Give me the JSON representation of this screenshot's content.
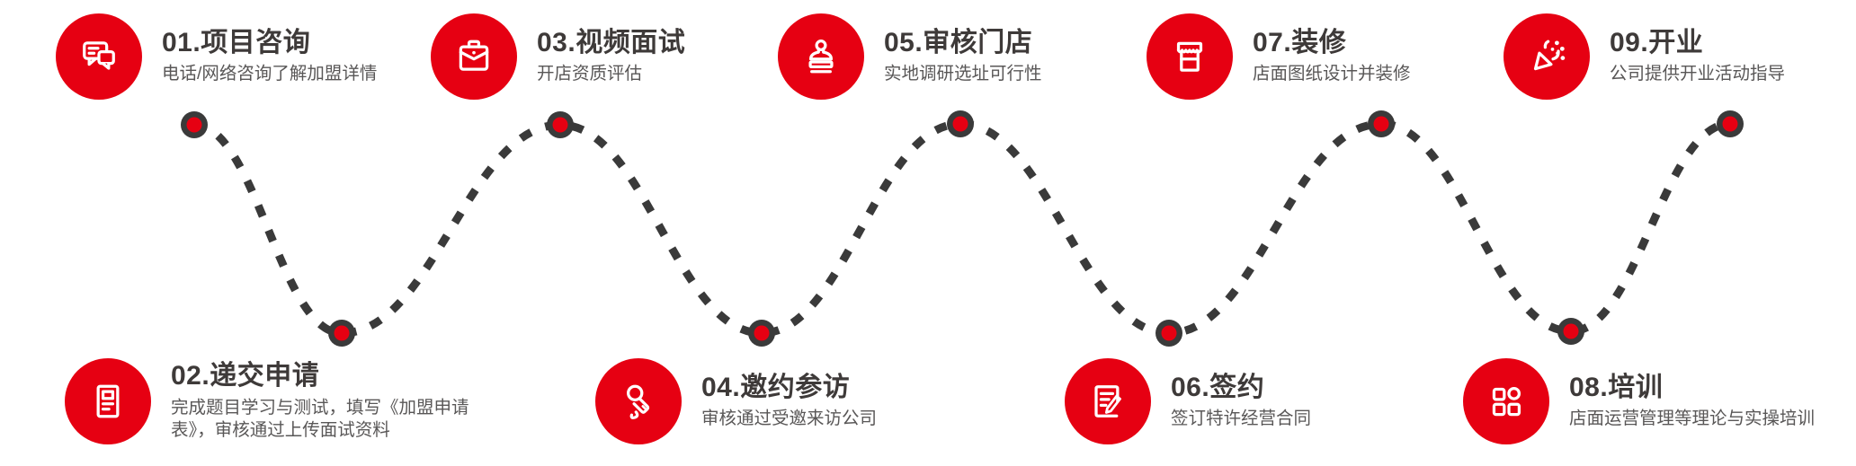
{
  "colors": {
    "accent_red": "#e60012",
    "line_dark": "#3a3a3a",
    "title_color": "#3e3a39",
    "description_color": "#595757",
    "icon_glyph": "#ffffff"
  },
  "steps": [
    {
      "display_title": "01.项目咨询",
      "description": "电话/网络咨询了解加盟详情",
      "icon": "chat-bubbles-icon"
    },
    {
      "display_title": "02.递交申请",
      "description": "完成题目学习与测试，填写《加盟申请表》，审核通过上传面试资料",
      "icon": "form-document-icon"
    },
    {
      "display_title": "03.视频面试",
      "description": "开店资质评估",
      "icon": "briefcase-icon"
    },
    {
      "display_title": "04.邀约参访",
      "description": "审核通过受邀来访公司",
      "icon": "microphone-icon"
    },
    {
      "display_title": "05.审核门店",
      "description": "实地调研选址可行性",
      "icon": "stamp-icon"
    },
    {
      "display_title": "06.签约",
      "description": "签订特许经营合同",
      "icon": "contract-pen-icon"
    },
    {
      "display_title": "07.装修",
      "description": "店面图纸设计并装修",
      "icon": "storefront-icon"
    },
    {
      "display_title": "08.培训",
      "description": "店面运营管理等理论与实操培训",
      "icon": "app-grid-icon"
    },
    {
      "display_title": "09.开业",
      "description": "公司提供开业活动指导",
      "icon": "party-popper-icon"
    }
  ]
}
